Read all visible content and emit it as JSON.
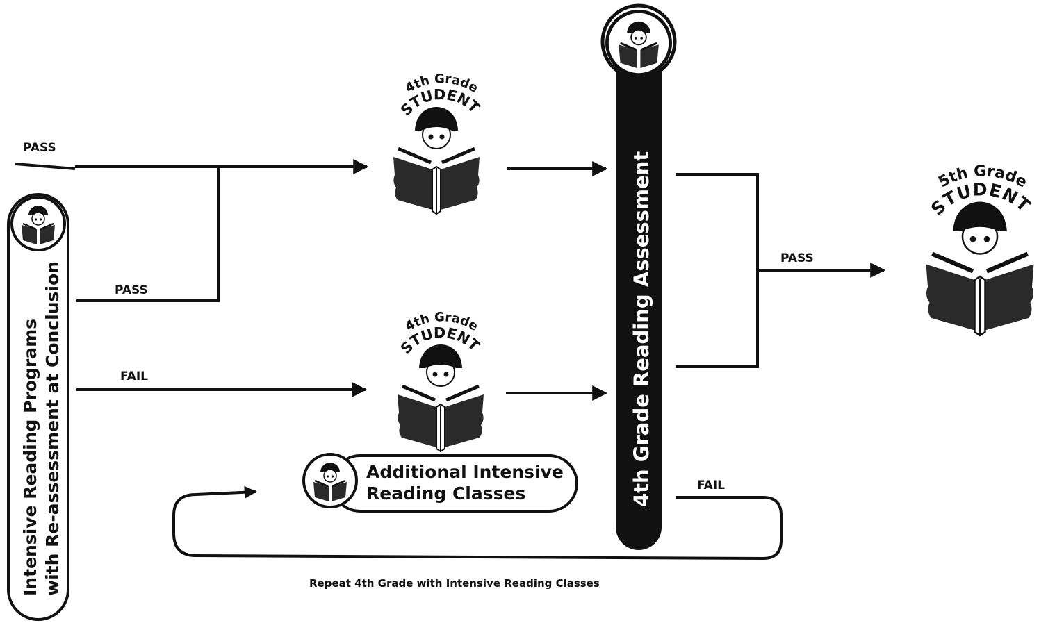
{
  "labels": {
    "pass_top": "PASS",
    "pass_mid": "PASS",
    "fail_left": "FAIL",
    "pass_right": "PASS",
    "fail_right": "FAIL",
    "repeat": "Repeat 4th Grade with Intensive Reading Classes"
  },
  "left_bar": {
    "line1": "Intensive Reading Programs",
    "line2": "with Re-assessment at Conclusion"
  },
  "assessment_bar": {
    "text": "4th Grade Reading Assessment"
  },
  "student_top": {
    "grade": "4th Grade",
    "word": "STUDENT"
  },
  "student_bottom": {
    "grade": "4th Grade",
    "word": "STUDENT"
  },
  "student_right": {
    "grade": "5th Grade",
    "word": "STUDENT"
  },
  "additional": {
    "line1": "Additional Intensive",
    "line2": "Reading Classes"
  },
  "colors": {
    "ink": "#111111",
    "background": "#ffffff",
    "book": "#2a2a2a"
  }
}
